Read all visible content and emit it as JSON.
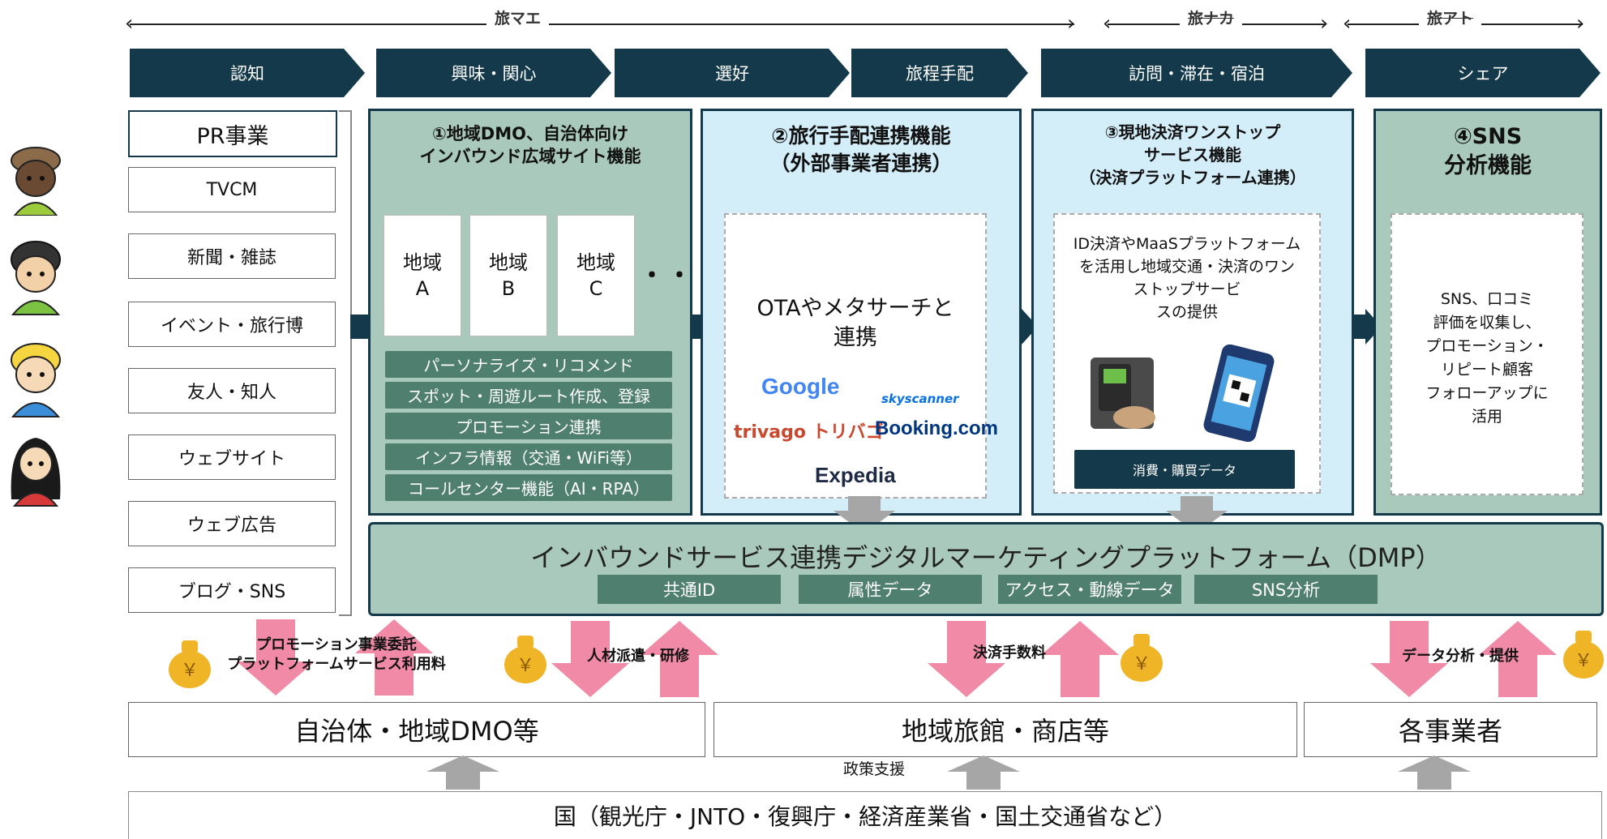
{
  "timeline": {
    "pre": "旅マエ",
    "during": "旅ナカ",
    "post": "旅アト"
  },
  "stages": [
    "認知",
    "興味・関心",
    "選好",
    "旅程手配",
    "訪問・滞在・宿泊",
    "シェア"
  ],
  "media": [
    "PR事業",
    "TVCM",
    "新聞・雑誌",
    "イベント・旅行博",
    "友人・知人",
    "ウェブサイト",
    "ウェブ広告",
    "ブログ・SNS"
  ],
  "panel1": {
    "title_line1": "①地域DMO、自治体向け",
    "title_line2": "インバウンド広域サイト機能",
    "regions": [
      "地域\nA",
      "地域\nB",
      "地域\nC"
    ],
    "dots": "・・・",
    "features": [
      "パーソナライズ・リコメンド",
      "スポット・周遊ルート作成、登録",
      "プロモーション連携",
      "インフラ情報（交通・WiFi等）",
      "コールセンター機能（AI・RPA）"
    ]
  },
  "panel2": {
    "title_line1": "②旅行手配連携機能",
    "title_line2": "（外部事業者連携）",
    "body": "OTAやメタサーチと\n連携",
    "logos": {
      "google": "Google",
      "skyscanner": "skyscanner",
      "trivago": "trivago トリバゴ",
      "booking": "Booking.com",
      "expedia": "Expedia"
    }
  },
  "panel3": {
    "title_line1": "③現地決済ワンストップ",
    "title_line2": "サービス機能",
    "title_line3": "（決済プラットフォーム連携）",
    "body": "ID決済やMaaSプラットフォーム\nを活用し地域交通・決済のワン\nストップサービ\nスの提供",
    "data_label": "消費・購買データ"
  },
  "panel4": {
    "title_line1": "④SNS",
    "title_line2": "分析機能",
    "body": "SNS、口コミ\n評価を収集し、\nプロモーション・\nリピート顧客\nフォローアップに\n活用"
  },
  "dmp": {
    "title": "インバウンドサービス連携デジタルマーケティングプラットフォーム（DMP）",
    "tags": [
      "共通ID",
      "属性データ",
      "アクセス・動線データ",
      "SNS分析"
    ]
  },
  "flows": {
    "promo": "プロモーション事業委託\nプラットフォームサービス利用料",
    "staff": "人材派遣・研修",
    "fee": "決済手数料",
    "analysis": "データ分析・提供",
    "yen": "￥"
  },
  "bottom": {
    "municipality": "自治体・地域DMO等",
    "inns": "地域旅館・商店等",
    "businesses": "各事業者",
    "policy": "政策支援",
    "country": "国（観光庁・JNTO・復興庁・経済産業省・国土交通省など）"
  },
  "colors": {
    "navy": "#13394a",
    "green_panel": "#a9c9bc",
    "blue_panel": "#d3eef9",
    "feature_bar": "#4f7f6f",
    "pink_arrow": "#f08aa6",
    "grey_arrow": "#a6a6a6"
  }
}
